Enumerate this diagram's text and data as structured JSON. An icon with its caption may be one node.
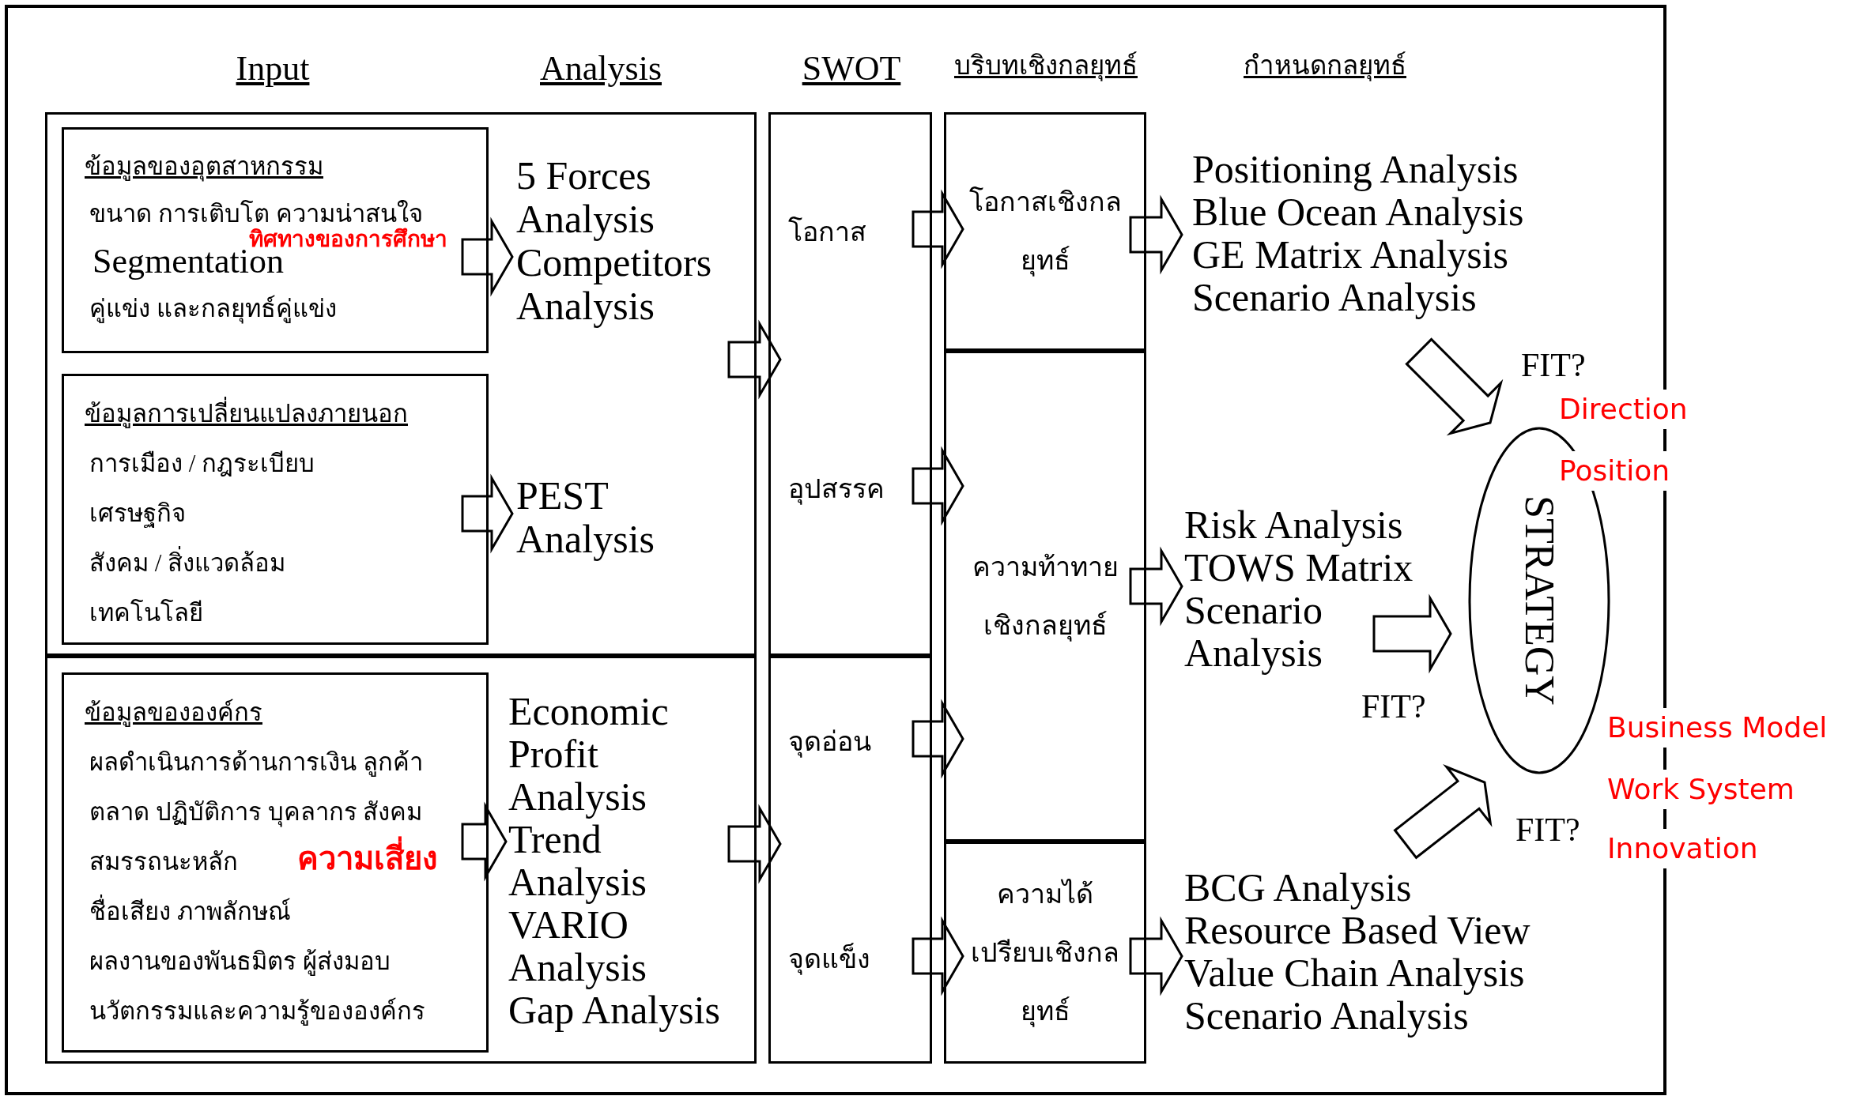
{
  "diagram": {
    "nodes": [
      {
        "text": [],
        "shape": "box"
      },
      {
        "text": [
          "ข้อมูลของอุตสาหกรรม",
          "ขนาด การเติบโต  ความน่าสนใจ",
          "Segmentation",
          "คู่แข่ง และกลยุทธ์คู่แข่ง"
        ],
        "in": 0
      },
      {
        "text": [
          "5 Forces Analysis Competitors Analysis"
        ],
        "in": 0
      },
      {
        "text": [
          "ข้อมูลการเปลี่ยนแปลงภายนอก",
          "การเมือง / กฎระเบียบ",
          "เศรษฐกิจ",
          "สังคม / สิ่งแวดล้อม",
          "เทคโนโลยี"
        ],
        "in": 0
      },
      {
        "text": [
          "PEST Analysis"
        ],
        "in": 0
      },
      {
        "text": [],
        "shape": "box"
      },
      {
        "text": [
          "ข้อมูลขององค์กร",
          "ผลดำเนินการด้านการเงิน ลูกค้า",
          "ตลาด ปฏิบัติการ บุคลากร สังคม",
          "สมรรถนะหลัก",
          "ชื่อเสียง ภาพลักษณ์",
          "ผลงานของพันธมิตร ผู้ส่งมอบ",
          "นวัตกรรมและความรู้ขององค์กร"
        ],
        "in": 5
      },
      {
        "text": [
          "Economic Profit Analysis",
          "Trend Analysis",
          "VARIO Analysis",
          "Gap Analysis"
        ],
        "in": 5
      },
      {
        "text": [],
        "shape": "box"
      },
      {
        "text": [
          "โอกาส"
        ],
        "in": 8
      },
      {
        "text": [
          "อุปสรรค"
        ],
        "in": 8
      },
      {
        "text": [],
        "shape": "box"
      },
      {
        "text": [
          "จุดอ่อน"
        ],
        "in": 11
      },
      {
        "text": [
          "จุดแข็ง"
        ],
        "in": 11
      },
      {
        "text": [
          "โอกาสเชิงกลยุทธ์"
        ]
      },
      {
        "text": [
          "ความท้าทายเชิงกลยุทธ์"
        ]
      },
      {
        "text": [
          "ความได้เปรียบเชิงกลยุทธ์"
        ]
      },
      {
        "text": [
          "Positioning Analysis",
          "Blue Ocean Analysis",
          "GE Matrix Analysis",
          "Scenario Analysis"
        ]
      },
      {
        "text": [
          "Risk Analysis",
          "TOWS Matrix",
          "Scenario Analysis"
        ]
      },
      {
        "text": [
          "BCG Analysis",
          "Resource Based View",
          "Value Chain Analysis",
          "Scenario Analysis"
        ]
      },
      {
        "text": [
          "STRATEGY"
        ]
      }
    ],
    "edges": [
      {
        "from": 1,
        "to": 2,
        "arrow": "to"
      },
      {
        "from": 3,
        "to": 4,
        "arrow": "to"
      },
      {
        "from": 6,
        "to": 7,
        "arrow": "to"
      },
      {
        "from": 0,
        "to": 8,
        "arrow": "to"
      },
      {
        "from": 5,
        "to": 11,
        "arrow": "to"
      },
      {
        "from": 9,
        "to": 14,
        "arrow": "to"
      },
      {
        "from": 10,
        "to": 15,
        "arrow": "to"
      },
      {
        "from": 12,
        "to": 15,
        "arrow": "to"
      },
      {
        "from": 13,
        "to": 16,
        "arrow": "to"
      },
      {
        "from": 14,
        "to": 17,
        "arrow": "to"
      },
      {
        "from": 15,
        "to": 18,
        "arrow": "to"
      },
      {
        "from": 16,
        "to": 19,
        "arrow": "to"
      },
      {
        "from": 17,
        "to": 20,
        "arrow": "to",
        "label": "FIT?"
      },
      {
        "from": 18,
        "to": 20,
        "arrow": "to",
        "label": "FIT?"
      },
      {
        "from": 19,
        "to": 20,
        "arrow": "to",
        "label": "FIT?"
      }
    ],
    "labels": [
      "Input",
      "Analysis",
      "SWOT",
      "บริบทเชิงกลยุทธ์",
      "กำหนดกลยุทธ์",
      "ทิศทางของการศึกษา",
      "Direction",
      "Position",
      "Business Model",
      "Work System",
      "ความเสี่ยง",
      "Innovation"
    ]
  }
}
